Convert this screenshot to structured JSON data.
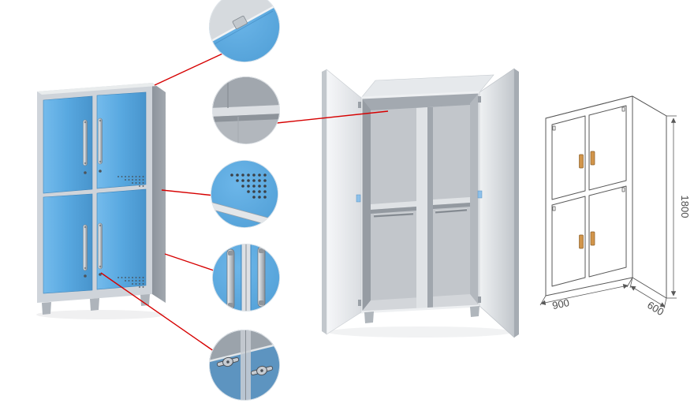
{
  "colors": {
    "page_background": "#ffffff",
    "door_blue": "#57a7df",
    "frame_gray": "#cfd4da",
    "side_gray": "#8d949c",
    "interior_gray": "#c2c6cb",
    "open_door_white": "#eef0f2",
    "callout_line_red": "#d60000",
    "wireframe_stroke": "#585858",
    "wireframe_handle_orange": "#d2954a",
    "dimension_text": "#4c4c4c"
  },
  "views": {
    "closed_cabinet": {
      "name": "closed-cabinet-render"
    },
    "open_cabinet": {
      "name": "open-cabinet-render"
    },
    "wireframe": {
      "name": "cabinet-dimension-wireframe",
      "height_label": "1800",
      "width_label": "900",
      "depth_label": "600"
    }
  },
  "callouts": [
    {
      "name": "top-corner-detail"
    },
    {
      "name": "interior-shelf-detail"
    },
    {
      "name": "vent-holes-detail"
    },
    {
      "name": "door-handles-detail"
    },
    {
      "name": "lock-latch-detail"
    }
  ]
}
